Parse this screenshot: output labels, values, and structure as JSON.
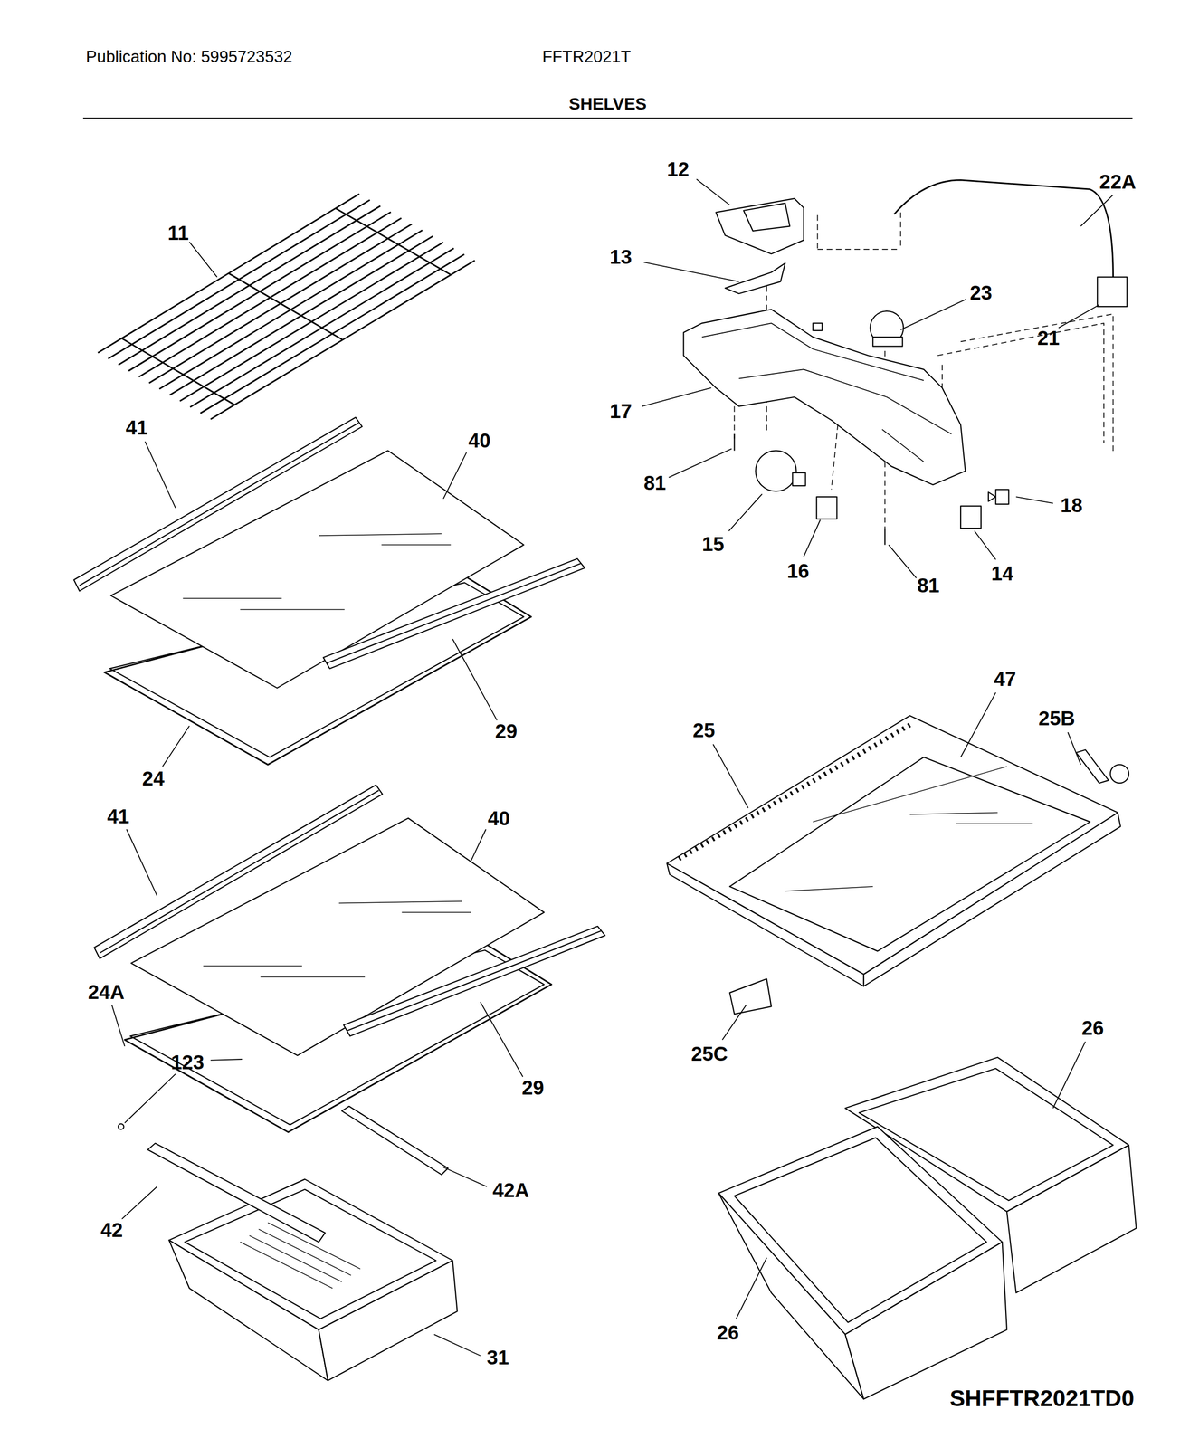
{
  "diagram": {
    "title": "SHELVES",
    "labels": [
      "Publication No: 5995723532",
      "FFTR2021T",
      "11",
      "41",
      "40",
      "29",
      "24",
      "41",
      "40",
      "24A",
      "123",
      "29",
      "42A",
      "42",
      "31",
      "12",
      "22A",
      "13",
      "23",
      "21",
      "17",
      "81",
      "18",
      "15",
      "16",
      "81",
      "14",
      "47",
      "25",
      "25B",
      "25C",
      "26",
      "26",
      "SHFFTR2021TD0"
    ]
  }
}
